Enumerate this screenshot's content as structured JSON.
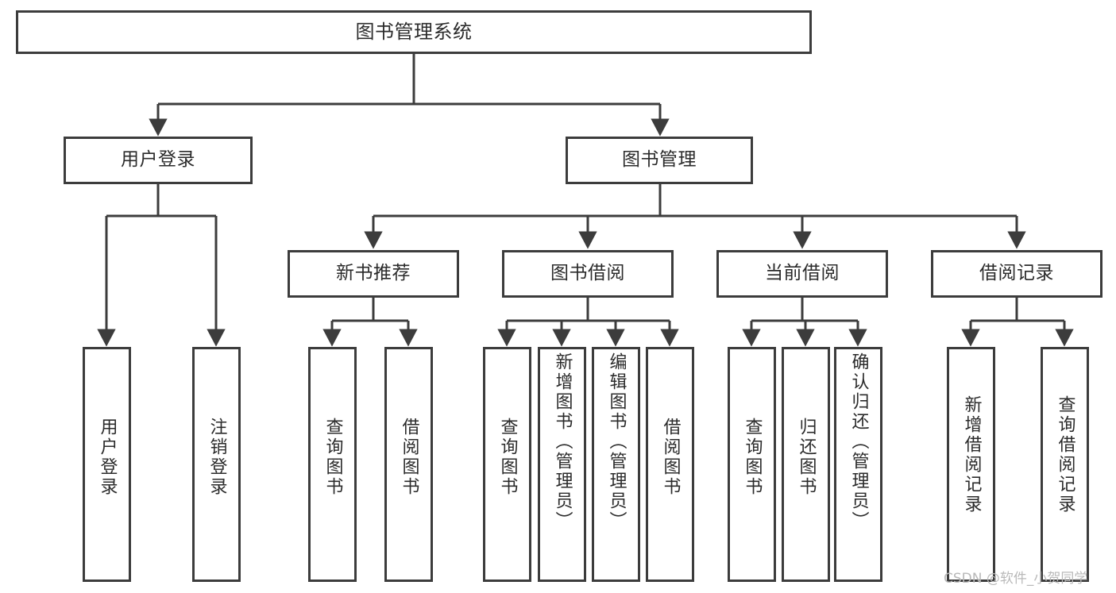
{
  "diagram": {
    "title": "图书管理系统",
    "type": "tree-hierarchy",
    "watermark": "CSDN @软件_小贺同学",
    "colors": {
      "background": "#ffffff",
      "box_border": "#3c3c3c",
      "box_fill": "#ffffff",
      "edge": "#3c3c3c",
      "text": "#2b2b2b",
      "watermark": "#b9b9b9"
    }
  },
  "nodes": {
    "root": {
      "label": "图书管理系统"
    },
    "level1": [
      {
        "id": "user-login",
        "label": "用户登录"
      },
      {
        "id": "book-management",
        "label": "图书管理"
      }
    ],
    "level2": [
      {
        "id": "new-book-recommend",
        "label": "新书推荐"
      },
      {
        "id": "book-borrow",
        "label": "图书借阅"
      },
      {
        "id": "current-borrow",
        "label": "当前借阅"
      },
      {
        "id": "borrow-record",
        "label": "借阅记录"
      }
    ],
    "leaves": {
      "user_login": [
        {
          "id": "leaf-user-login",
          "label": "用户登录"
        },
        {
          "id": "leaf-logout",
          "label": "注销登录"
        }
      ],
      "new_book_recommend": [
        {
          "id": "leaf-query-book-1",
          "label": "查询图书"
        },
        {
          "id": "leaf-borrow-book-1",
          "label": "借阅图书"
        }
      ],
      "book_borrow": [
        {
          "id": "leaf-query-book-2",
          "label": "查询图书"
        },
        {
          "id": "leaf-add-book",
          "label": "新增图书（管理员）"
        },
        {
          "id": "leaf-edit-book",
          "label": "编辑图书（管理员）"
        },
        {
          "id": "leaf-borrow-book-2",
          "label": "借阅图书"
        }
      ],
      "current_borrow": [
        {
          "id": "leaf-query-book-3",
          "label": "查询图书"
        },
        {
          "id": "leaf-return-book",
          "label": "归还图书"
        },
        {
          "id": "leaf-confirm-return",
          "label": "确认归还（管理员）"
        }
      ],
      "borrow_record": [
        {
          "id": "leaf-add-record",
          "label": "新增借阅记录"
        },
        {
          "id": "leaf-query-record",
          "label": "查询借阅记录"
        }
      ]
    }
  }
}
